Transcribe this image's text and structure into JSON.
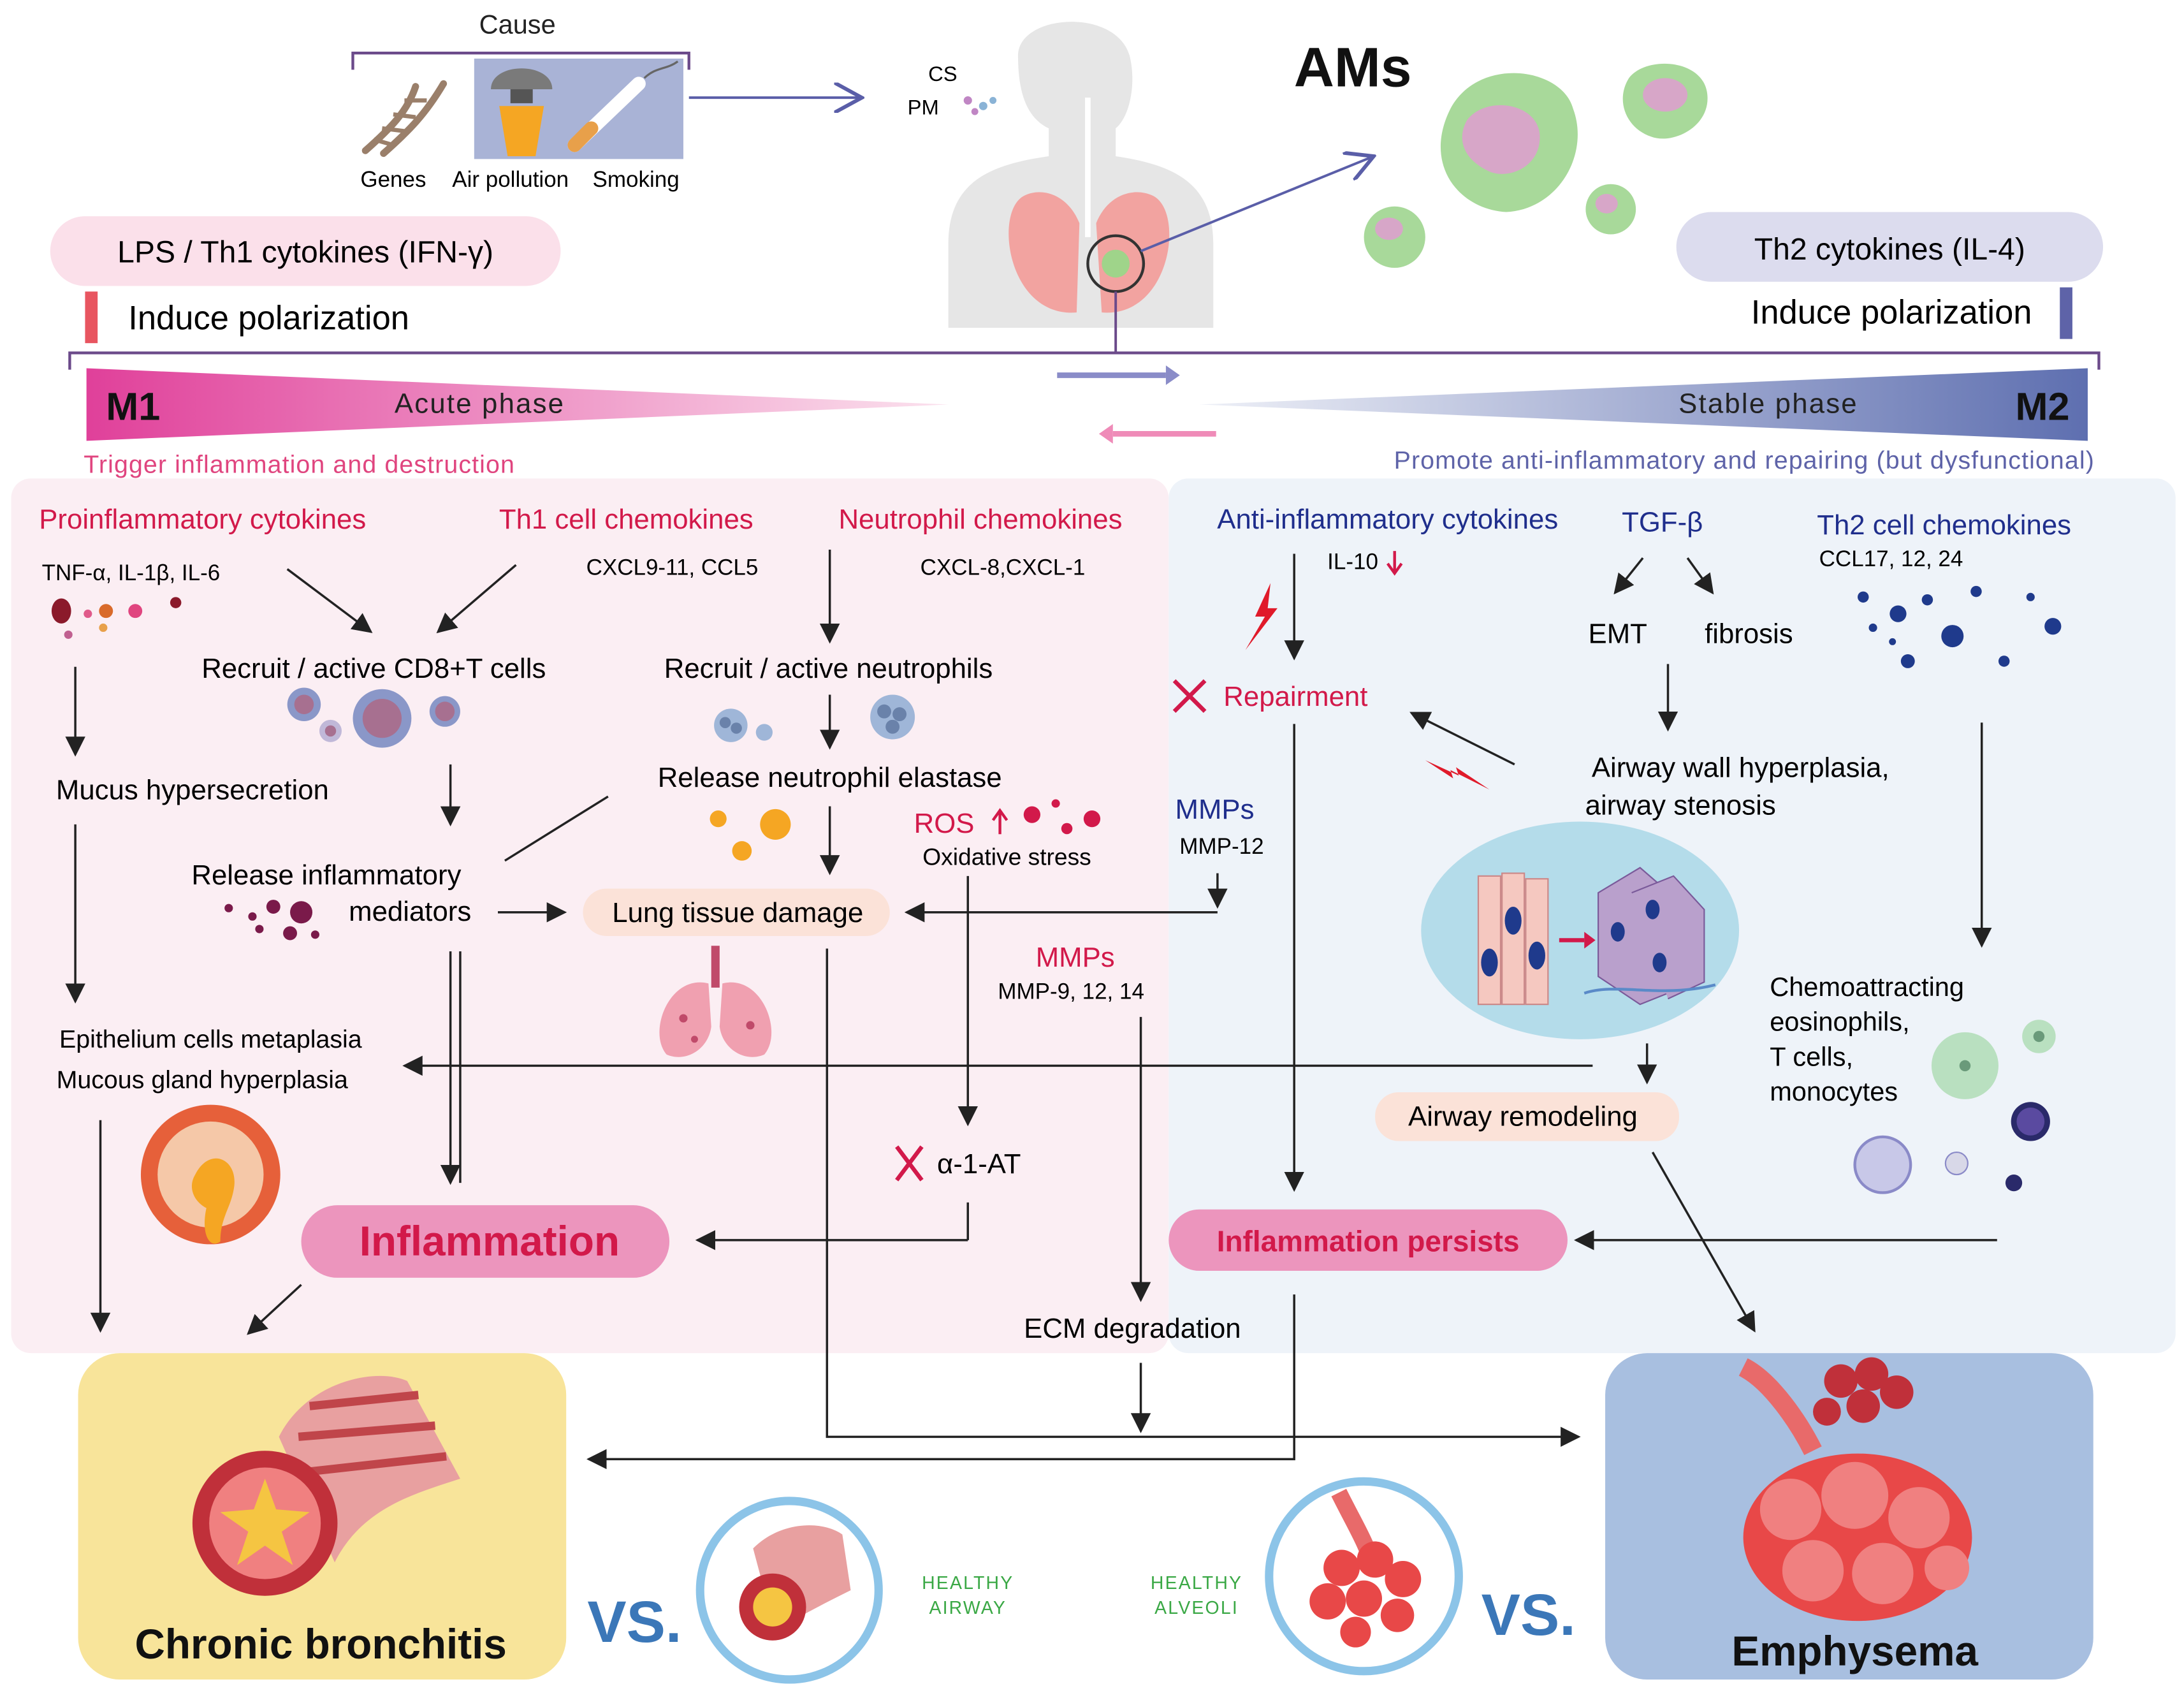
{
  "cause": {
    "title": "Cause",
    "items": [
      "Genes",
      "Air pollution",
      "Smoking"
    ],
    "exposures": [
      "CS",
      "PM"
    ]
  },
  "ams_title": "AMs",
  "m1_inducer": {
    "label": "LPS / Th1 cytokines (IFN-γ)",
    "note": "Induce polarization"
  },
  "m2_inducer": {
    "label": "Th2 cytokines (IL-4)",
    "note": "Induce polarization"
  },
  "phase_bar": {
    "m1": "M1",
    "m2": "M2",
    "acute": "Acute phase",
    "stable": "Stable phase",
    "m1_effect": "Trigger inflammation and destruction",
    "m2_effect": "Promote anti-inflammatory and repairing (but dysfunctional)"
  },
  "m1_panel": {
    "proinflammatory": {
      "title": "Proinflammatory cytokines",
      "items": "TNF-α, IL-1β, IL-6"
    },
    "th1_chemokines": {
      "title": "Th1 cell chemokines",
      "items": "CXCL9-11, CCL5"
    },
    "neutrophil_chemokines": {
      "title": "Neutrophil chemokines",
      "items": "CXCL-8,CXCL-1"
    },
    "recruit_cd8": "Recruit / active CD8+T cells",
    "recruit_neutrophils": "Recruit / active neutrophils",
    "mucus": "Mucus hypersecretion",
    "release_elastase": "Release neutrophil elastase",
    "ros": "ROS",
    "oxidative_stress": "Oxidative stress",
    "release_mediators_1": "Release inflammatory",
    "release_mediators_2": "mediators",
    "lung_damage": "Lung tissue damage",
    "mmps_title": "MMPs",
    "mmps_items": "MMP-9, 12, 14",
    "epithelium_1": "Epithelium cells metaplasia",
    "epithelium_2": "Mucous gland hyperplasia",
    "alpha_at": "α-1-AT",
    "inflammation": "Inflammation"
  },
  "m2_panel": {
    "anti_inflammatory": {
      "title": "Anti-inflammatory cytokines",
      "items": "IL-10"
    },
    "tgf": "TGF-β",
    "th2_chemokines": {
      "title": "Th2 cell chemokines",
      "items": "CCL17, 12, 24"
    },
    "emt": "EMT",
    "fibrosis": "fibrosis",
    "repairment": "Repairment",
    "airway_wall_1": "Airway wall hyperplasia,",
    "airway_wall_2": "airway stenosis",
    "mmps_title": "MMPs",
    "mmps_items": "MMP-12",
    "chemoattracting": [
      "Chemoattracting",
      "eosinophils,",
      "T cells,",
      "monocytes"
    ],
    "airway_remodeling": "Airway remodeling",
    "inflammation_persists": "Inflammation persists"
  },
  "ecm": "ECM degradation",
  "outcomes": {
    "chronic_bronchitis": "Chronic bronchitis",
    "emphysema": "Emphysema",
    "vs_left": "VS.",
    "vs_right": "VS.",
    "healthy_airway": [
      "HEALTHY",
      "AIRWAY"
    ],
    "healthy_alveoli": [
      "HEALTHY",
      "ALVEOLI"
    ]
  },
  "colors": {
    "m1_pink": "#e0457f",
    "m1_panel": "#fbeef3",
    "m2_panel": "#eef3f9",
    "m2_navy": "#1f2e8c",
    "red_label": "#d2194a",
    "bronchitis_box": "#f8e49a",
    "emphysema_box": "#a8bfe0",
    "vs_blue": "#3b77b8",
    "healthy_green": "#3aa845"
  }
}
